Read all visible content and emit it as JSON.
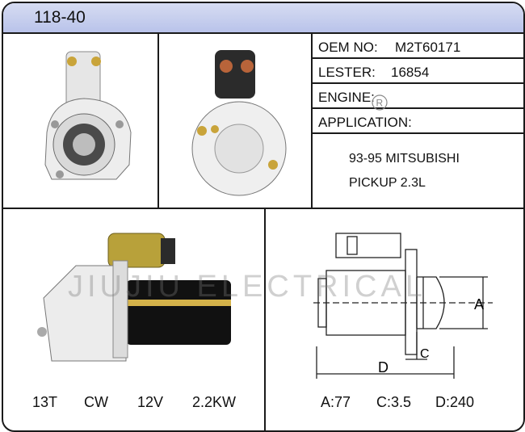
{
  "header": {
    "title": "118-40"
  },
  "specs": {
    "oem_label": "OEM NO:",
    "oem_value": "M2T60171",
    "lester_label": "LESTER:",
    "lester_value": "16854",
    "engine_label": "ENGINE:",
    "engine_value": "",
    "application_label": "APPLICATION:",
    "application_line1": "93-95 MITSUBISHI",
    "application_line2": "PICKUP 2.3L"
  },
  "motor": {
    "teeth": "13T",
    "rotation": "CW",
    "voltage": "12V",
    "power": "2.2KW"
  },
  "dimensions": {
    "label_a": "A",
    "label_c": "C",
    "label_d": "D",
    "a_text": "A:77",
    "c_text": "C:3.5",
    "d_text": "D:240"
  },
  "watermark": {
    "text": "JIUJIU ELECTRICAL",
    "registered_mark": "R"
  },
  "colors": {
    "title_bar": "#c3cbef",
    "border": "#1a1a1a",
    "solenoid": "#b8a13a",
    "motor_body": "#111111"
  }
}
